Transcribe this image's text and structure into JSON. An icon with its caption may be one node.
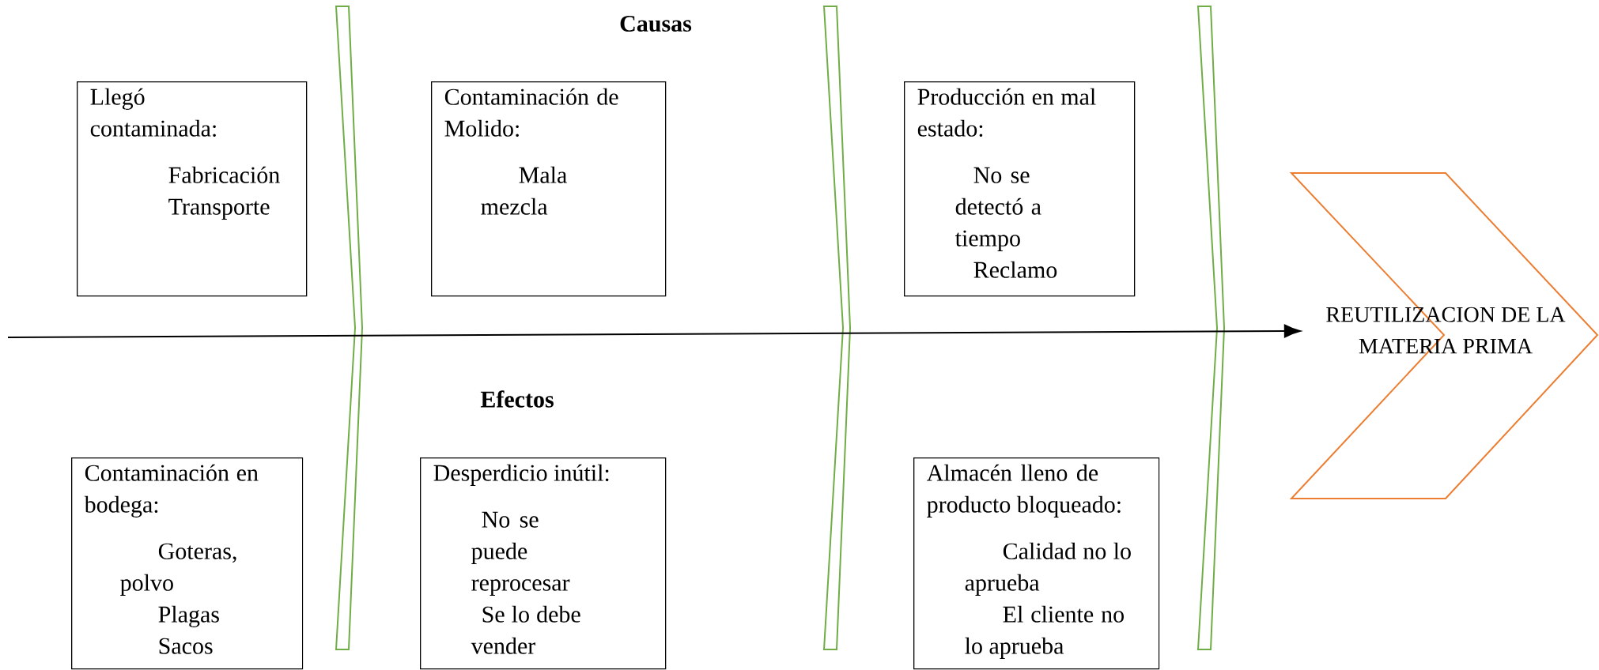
{
  "diagram": {
    "nodes": [
      {
        "text": [
          "Llegó contaminada:",
          "Fabricación",
          "Transporte"
        ]
      },
      {
        "text": [
          "Contaminación de Molido:",
          "Mala mezcla"
        ]
      },
      {
        "text": [
          "Producción en mal estado:",
          "No se detectó a tiempo",
          "Reclamo"
        ]
      },
      {
        "text": [
          "Contaminación en bodega:",
          "Goteras, polvo",
          "Plagas",
          "Sacos"
        ]
      },
      {
        "text": [
          "Desperdicio inútil:",
          "No se puede reprocesar",
          "Se lo debe vender"
        ]
      },
      {
        "text": [
          "Almacén lleno de producto bloqueado:",
          "Calidad no lo aprueba",
          "El cliente no lo aprueba"
        ]
      },
      {
        "text": [
          "REUTILIZACION DE LA MATERIA PRIMA"
        ]
      }
    ],
    "edges": [
      {
        "from": null,
        "to": 6,
        "arrow": "to"
      }
    ],
    "labels": [
      "Causas",
      "Efectos"
    ]
  }
}
